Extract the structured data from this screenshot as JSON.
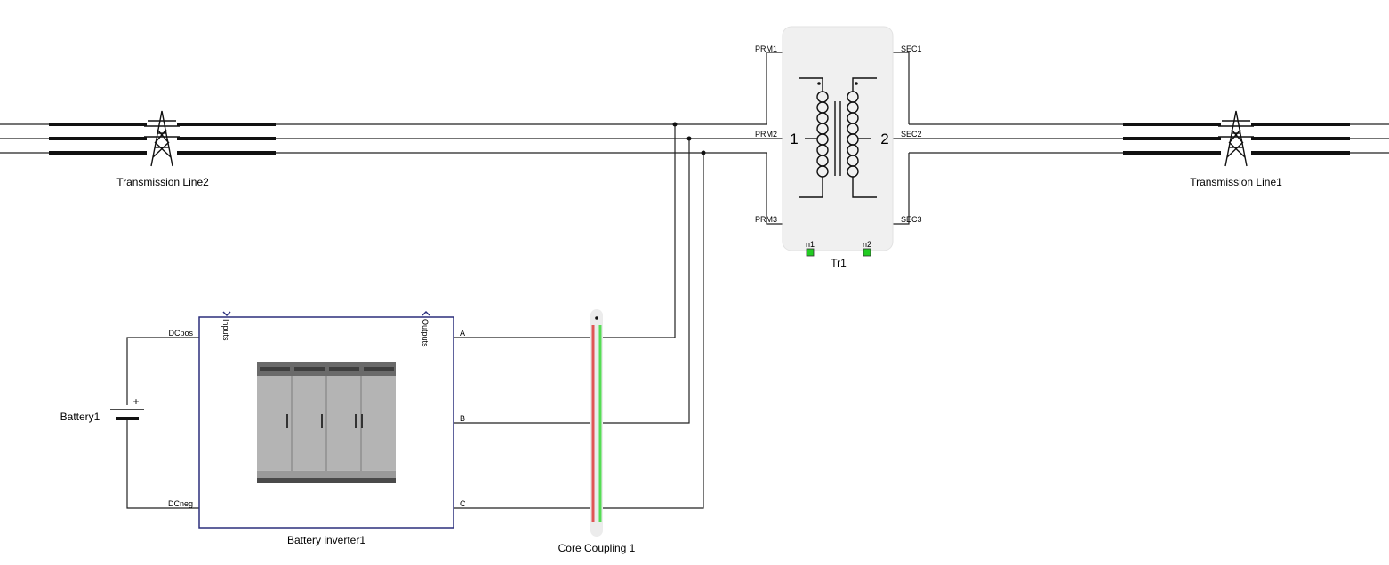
{
  "colors": {
    "wire": "#222222",
    "inverter_border": "#2b2f7c",
    "transformer_bg": "#f0f0f0",
    "terminal_green": "#22cc22",
    "coupling_red": "#e05555",
    "coupling_green": "#55dd55"
  },
  "transmission_line_2": {
    "label": "Transmission Line2",
    "icon": "transmission-tower-icon"
  },
  "transmission_line_1": {
    "label": "Transmission Line1",
    "icon": "transmission-tower-icon"
  },
  "transformer": {
    "label": "Tr1",
    "icon": "transformer-coil-icon",
    "winding_primary": "1",
    "winding_secondary": "2",
    "primary_ports": [
      "PRM1",
      "PRM2",
      "PRM3"
    ],
    "secondary_ports": [
      "SEC1",
      "SEC2",
      "SEC3"
    ],
    "terminals": [
      "n1",
      "n2"
    ]
  },
  "battery": {
    "label": "Battery1",
    "plus_sign": "+",
    "icon": "battery-icon"
  },
  "inverter": {
    "label": "Battery inverter1",
    "icon": "inverter-cabinet-icon",
    "dc_ports": [
      "DCpos",
      "DCneg"
    ],
    "ac_ports": [
      "A",
      "B",
      "C"
    ],
    "inputs_label": "Inputs",
    "outputs_label": "Outputs"
  },
  "core_coupling": {
    "label": "Core Coupling 1"
  }
}
